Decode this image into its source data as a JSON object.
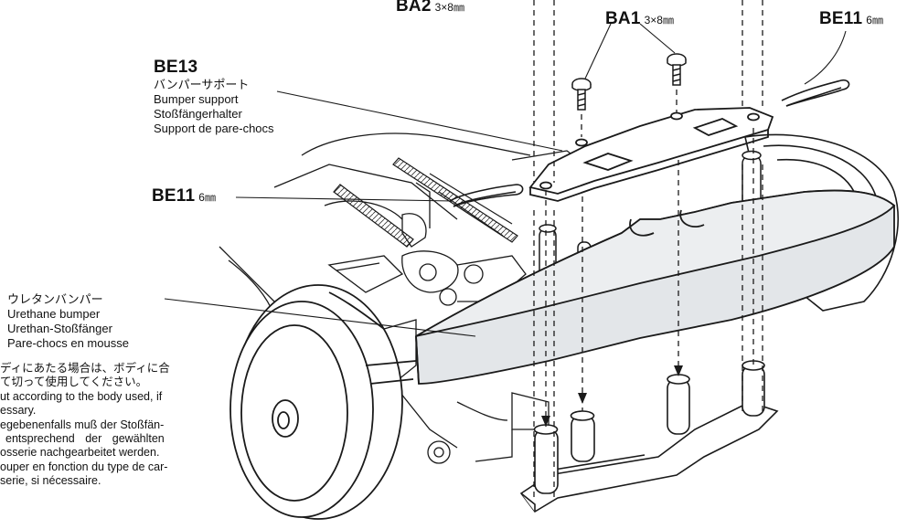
{
  "labels": {
    "ba2": {
      "code": "BA2",
      "size": "3×8㎜"
    },
    "ba1": {
      "code": "BA1",
      "size": "3×8㎜"
    },
    "be11_top": {
      "code": "BE11",
      "size": "6㎜"
    },
    "be13": {
      "code": "BE13",
      "jp": "バンパーサポート",
      "en": "Bumper support",
      "de": "Stoßfängerhalter",
      "fr": "Support de pare-chocs"
    },
    "be11_left": {
      "code": "BE11",
      "size": "6㎜"
    },
    "urethane": {
      "jp": "ウレタンバンパー",
      "en": "Urethane bumper",
      "de": "Urethan-Stoßfänger",
      "fr": "Pare-chocs en mousse"
    }
  },
  "note": {
    "jp_1": "ディにあたる場合は、ボディに合",
    "jp_2": "て切って使用してください。",
    "en_1": "ut according to the body used, if",
    "en_2": "essary.",
    "de_1": "egebenenfalls muß der Stoßfän-",
    "de_2": "entsprechend der gewählten",
    "de_3": "osserie nachgearbeitet werden.",
    "fr_1": "ouper en fonction du type de car-",
    "fr_2": "serie, si nécessaire."
  },
  "colors": {
    "bumper_fill": "#e3e6e9",
    "bumper_top": "#eceef0",
    "line": "#1a1a1a"
  }
}
